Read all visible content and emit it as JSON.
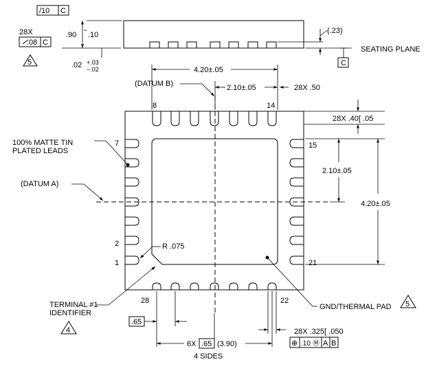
{
  "labels": {
    "tol_flatness_top": "/10",
    "tol_flatness_datum": "C",
    "count_28x_left": "28X",
    "tol_coplanarity": ".08",
    "tol_coplanarity_datum": "C",
    "flag5_top": "5",
    "dim_90": ".90",
    "dim_10": ".10",
    "dim_02": ".02",
    "dim_02_plus": "+.03",
    "dim_02_minus": "−.02",
    "dim_23": "(.23)",
    "seating_plane": "SEATING PLANE",
    "datum_c": "C",
    "dim_420_top": "4.20±.05",
    "datum_b": "(DATUM B)",
    "dim_210_top": "2.10±.05",
    "dim_28x_50": "28X .50",
    "dim_28x_40": "28X .40[ .05",
    "matte_tin_1": "100% MATTE TIN",
    "matte_tin_2": "PLATED LEADS",
    "datum_a": "(DATUM A)",
    "dim_210_right": "2.10±.05",
    "dim_420_right": "4.20±.05",
    "r_075": "R .075",
    "terminal_1": "TERMINAL #1",
    "terminal_2": "IDENTIFIER",
    "flag4": "4",
    "gnd_pad": "GND/THERMAL PAD",
    "flag5_bottom": "5",
    "dim_65_box": ".65",
    "dim_6x_pre": "6X",
    "dim_6x_box": ".65",
    "dim_6x_post": "(3.90)",
    "four_sides": "4 SIDES",
    "dim_28x_325": "28X .325[ .050",
    "fcf_pos": "⊕",
    "fcf_val": ".10",
    "fcf_mod": "Ⓜ",
    "fcf_a": "A",
    "fcf_b": "B"
  },
  "pins": {
    "p1": "1",
    "p2": "2",
    "p7": "7",
    "p8": "8",
    "p14": "14",
    "p15": "15",
    "p21": "21",
    "p22": "22",
    "p28": "28"
  }
}
